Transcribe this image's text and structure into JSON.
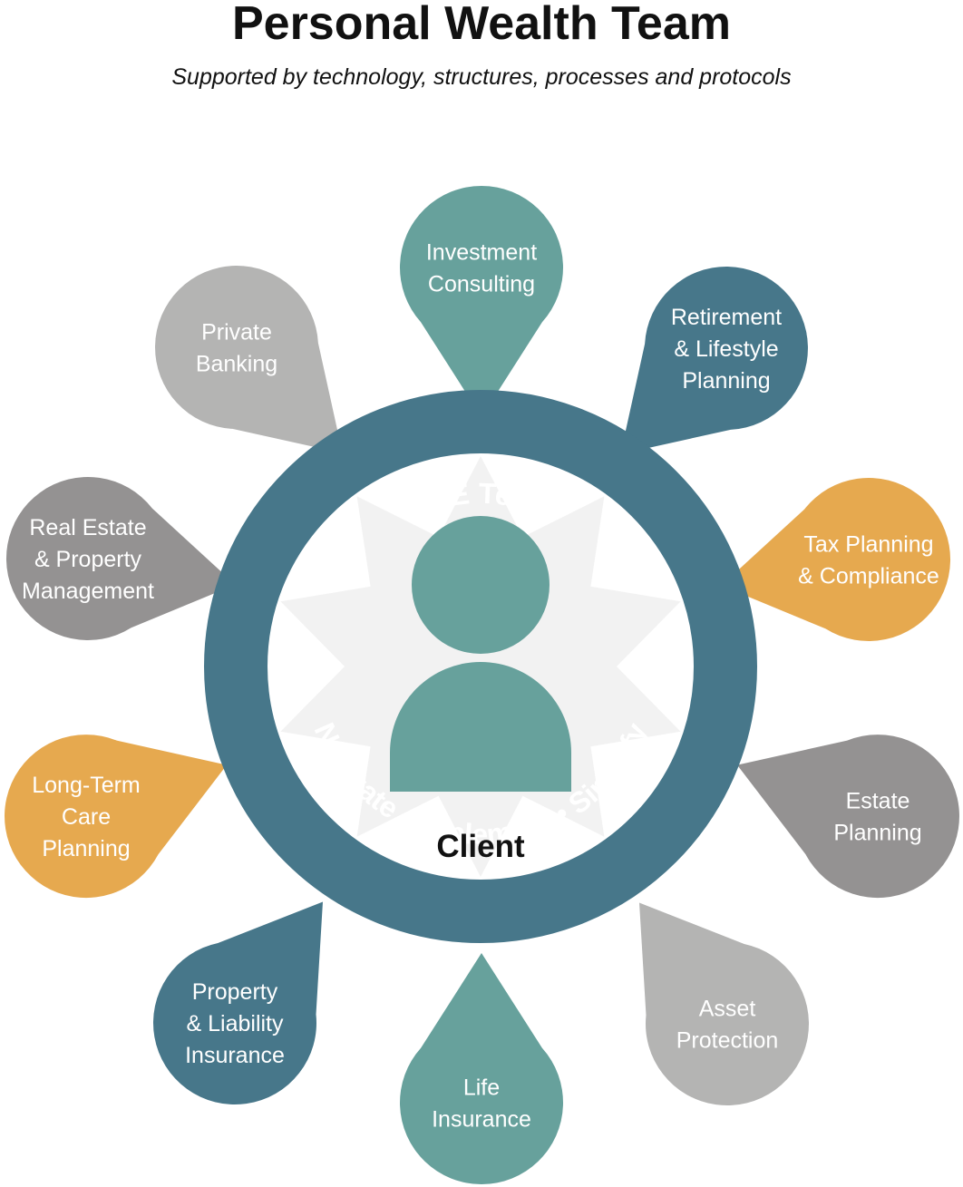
{
  "header": {
    "title": "Personal Wealth Team",
    "subtitle": "Supported by technology, structures, processes and protocols"
  },
  "ring": {
    "top_label": "DKE Team",
    "bottom_label": "Navigate • Implement • Simplify",
    "color": "#47778a"
  },
  "center": {
    "label": "Client",
    "icon": "person-icon",
    "icon_color": "#67a19c",
    "star_color": "#f2f2f2"
  },
  "colors": {
    "teal": "#67a19c",
    "blue": "#47778a",
    "orange": "#e6a94f",
    "gray": "#949292",
    "light_gray": "#b4b4b3"
  },
  "services": [
    {
      "name": "investment-consulting",
      "lines": [
        "Investment",
        "Consulting"
      ],
      "color": "#67a19c"
    },
    {
      "name": "retirement-lifestyle-planning",
      "lines": [
        "Retirement",
        "& Lifestyle",
        "Planning"
      ],
      "color": "#47778a"
    },
    {
      "name": "tax-planning-compliance",
      "lines": [
        "Tax Planning",
        "& Compliance"
      ],
      "color": "#e6a94f"
    },
    {
      "name": "estate-planning",
      "lines": [
        "Estate",
        "Planning"
      ],
      "color": "#949292"
    },
    {
      "name": "asset-protection",
      "lines": [
        "Asset",
        "Protection"
      ],
      "color": "#b4b4b3"
    },
    {
      "name": "life-insurance",
      "lines": [
        "Life",
        "Insurance"
      ],
      "color": "#67a19c"
    },
    {
      "name": "property-liability-insurance",
      "lines": [
        "Property",
        "& Liability",
        "Insurance"
      ],
      "color": "#47778a"
    },
    {
      "name": "long-term-care-planning",
      "lines": [
        "Long-Term",
        "Care",
        "Planning"
      ],
      "color": "#e6a94f"
    },
    {
      "name": "real-estate-property-management",
      "lines": [
        "Real Estate",
        "& Property",
        "Management"
      ],
      "color": "#949292"
    },
    {
      "name": "private-banking",
      "lines": [
        "Private",
        "Banking"
      ],
      "color": "#b4b4b3"
    }
  ]
}
